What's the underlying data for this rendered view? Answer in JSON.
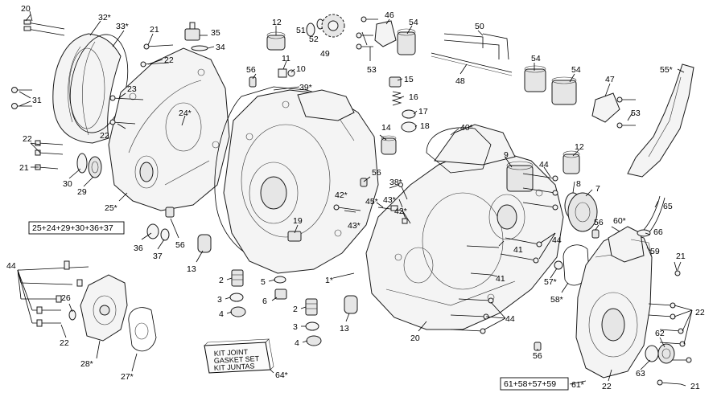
{
  "diagram": {
    "labels": {
      "l20": "20",
      "l32": "32*",
      "l33": "33*",
      "l21a": "21",
      "l35": "35",
      "l34": "34",
      "l12a": "12",
      "l51": "51",
      "l52": "52",
      "l49": "49",
      "l46": "46",
      "l54a": "54",
      "l50": "50",
      "l22a": "22",
      "l11": "11",
      "l10": "10",
      "l56a": "56",
      "l53a": "53",
      "l48": "48",
      "l54b": "54",
      "l54c": "54",
      "l55": "55*",
      "l39": "39*",
      "l15": "15",
      "l47": "47",
      "l23": "23",
      "l31": "31",
      "l24": "24*",
      "l16": "16",
      "l17": "17",
      "l18": "18",
      "l40": "40*",
      "l53b": "53",
      "l22b": "22",
      "l14": "14",
      "l9": "9",
      "l12b": "12",
      "l21b": "21",
      "l30": "30",
      "l29": "29",
      "l56b": "56",
      "l44a": "44",
      "l38": "38*",
      "l8": "8",
      "l7": "7",
      "l42a": "42*",
      "l45": "45*",
      "l43a": "43*",
      "l25": "25*",
      "l42b": "42*",
      "l43b": "43*",
      "l19": "19",
      "l65": "65",
      "l56c": "56",
      "l60": "60*",
      "l66": "66",
      "l36": "36",
      "l37": "37",
      "l56d": "56",
      "l44b": "44",
      "l41a": "41",
      "l59": "59",
      "l13a": "13",
      "l44c": "44",
      "l1": "1*",
      "l57": "57*",
      "l21c": "21",
      "l2a": "2",
      "l5": "5",
      "l41b": "41",
      "l58": "58*",
      "l26": "26",
      "l6": "6",
      "l3a": "3",
      "l2b": "2",
      "l22c": "22",
      "l4a": "4",
      "l22d": "22",
      "l3b": "3",
      "l13b": "13",
      "l44d": "44",
      "l62": "62",
      "l20b": "20",
      "l4b": "4",
      "l56e": "56",
      "l28": "28*",
      "l27": "27*",
      "l63": "63",
      "l64": "64*",
      "l22e": "22",
      "l61": "61*",
      "l21d": "21"
    },
    "group_boxes": {
      "left": "25+24+29+30+36+37",
      "right": "61+58+57+59"
    },
    "kit_box": {
      "line1": "KIT JOINT",
      "line2": "GASKET SET",
      "line3": "KIT JUNTAS"
    }
  }
}
